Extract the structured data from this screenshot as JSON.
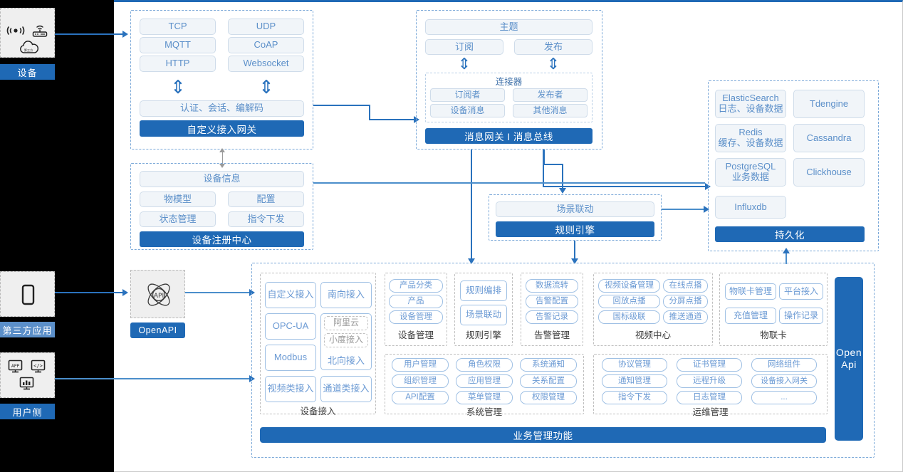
{
  "theme": {
    "accent": "#1F69B5",
    "chip_text": "#5b8fc9",
    "line": "#2a72bd",
    "panel_bg": "#efefef"
  },
  "rail": {
    "device": {
      "label": "设备",
      "icons": [
        "wifi-signal-icon",
        "router-icon",
        "cloud-icon"
      ]
    },
    "third_party": {
      "label": "第三方应用",
      "icons": [
        "mobile-phone-icon"
      ]
    },
    "user_side": {
      "label": "用户侧",
      "icons": [
        "app-window-icon",
        "code-window-icon",
        "dashboard-window-icon"
      ]
    }
  },
  "access_gateway": {
    "protocols": [
      "TCP",
      "UDP",
      "MQTT",
      "CoAP",
      "HTTP",
      "Websocket"
    ],
    "middle": "认证、会话、编解码",
    "title": "自定义接入网关"
  },
  "message_gateway": {
    "topic": "主题",
    "subscribe": "订阅",
    "publish": "发布",
    "connector_title": "连接器",
    "connector_items": [
      "订阅者",
      "发布者",
      "设备消息",
      "其他消息"
    ],
    "title": "消息网关 I 消息总线"
  },
  "device_registry": {
    "info": "设备信息",
    "items": [
      "物模型",
      "配置",
      "状态管理",
      "指令下发"
    ],
    "title": "设备注册中心"
  },
  "rule_engine_panel": {
    "scene": "场景联动",
    "title": "规则引擎"
  },
  "persistence": {
    "stores": [
      {
        "name": "ElasticSearch",
        "sub": "日志、设备数据"
      },
      {
        "name": "Tdengine",
        "sub": ""
      },
      {
        "name": "Redis",
        "sub": "缓存、设备数据"
      },
      {
        "name": "Cassandra",
        "sub": ""
      },
      {
        "name": "PostgreSQL",
        "sub": "业务数据"
      },
      {
        "name": "Clickhouse",
        "sub": ""
      },
      {
        "name": "Influxdb",
        "sub": ""
      }
    ],
    "title": "持久化"
  },
  "openapi": {
    "icon": "api-atom-icon",
    "label": "OpenAPI"
  },
  "open_api_bar": {
    "line1": "Open",
    "line2": "Api"
  },
  "business": {
    "title": "业务管理功能",
    "device_access": {
      "caption": "设备接入",
      "items": [
        {
          "label": "自定义接入",
          "style": "plain"
        },
        {
          "label": "南向接入",
          "style": "plain"
        },
        {
          "label": "OPC-UA",
          "style": "plain"
        },
        {
          "label": "阿里云",
          "style": "dash"
        },
        {
          "label": "小度接入",
          "style": "dash"
        },
        {
          "label": "北向接入",
          "style": "plain"
        },
        {
          "label": "Modbus",
          "style": "plain"
        },
        {
          "label": "视频类接入",
          "style": "plain"
        },
        {
          "label": "通道类接入",
          "style": "plain"
        }
      ]
    },
    "device_manage": {
      "caption": "设备管理",
      "items": [
        "产品分类",
        "产品",
        "设备管理"
      ]
    },
    "rule_engine": {
      "caption": "规则引擎",
      "items": [
        "规则编排",
        "场景联动"
      ]
    },
    "alarm": {
      "caption": "告警管理",
      "items": [
        "数据流转",
        "告警配置",
        "告警记录"
      ]
    },
    "video": {
      "caption": "视频中心",
      "items": [
        "视频设备管理",
        "在线点播",
        "回放点播",
        "分屏点播",
        "国标级联",
        "推送通道"
      ]
    },
    "iot_card": {
      "caption": "物联卡",
      "items": [
        "物联卡管理",
        "平台接入",
        "充值管理",
        "操作记录"
      ]
    },
    "system": {
      "caption": "系统管理",
      "items": [
        "用户管理",
        "角色权限",
        "系统通知",
        "组织管理",
        "应用管理",
        "关系配置",
        "API配置",
        "菜单管理",
        "权限管理"
      ]
    },
    "ops": {
      "caption": "运维管理",
      "items": [
        "协议管理",
        "证书管理",
        "网络组件",
        "通知管理",
        "远程升级",
        "设备接入网关",
        "指令下发",
        "日志管理",
        "..."
      ]
    }
  }
}
